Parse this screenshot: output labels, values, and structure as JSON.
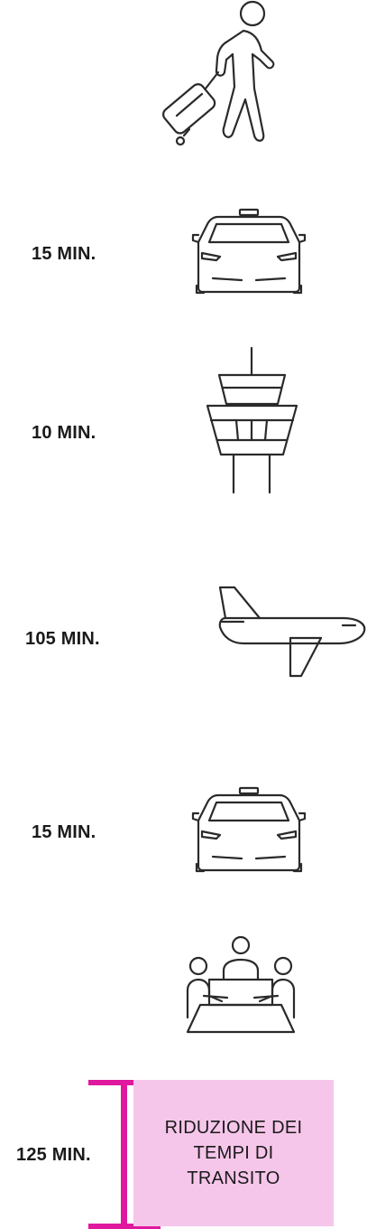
{
  "steps": [
    {
      "icon": "traveler-icon",
      "duration": ""
    },
    {
      "icon": "taxi-icon",
      "duration": "15 MIN."
    },
    {
      "icon": "control-tower-icon",
      "duration": "10 MIN."
    },
    {
      "icon": "airplane-icon",
      "duration": "105 MIN."
    },
    {
      "icon": "taxi-icon",
      "duration": "15 MIN."
    },
    {
      "icon": "meeting-icon",
      "duration": ""
    }
  ],
  "summary": {
    "total": "125 MIN.",
    "highlight_lines": [
      "RIDUZIONE DEI",
      "TEMPI DI",
      "TRANSITO"
    ]
  },
  "colors": {
    "accent": "#e0189e",
    "highlight_bg": "#f6c6ea",
    "icon_stroke": "#2a2a2a"
  }
}
